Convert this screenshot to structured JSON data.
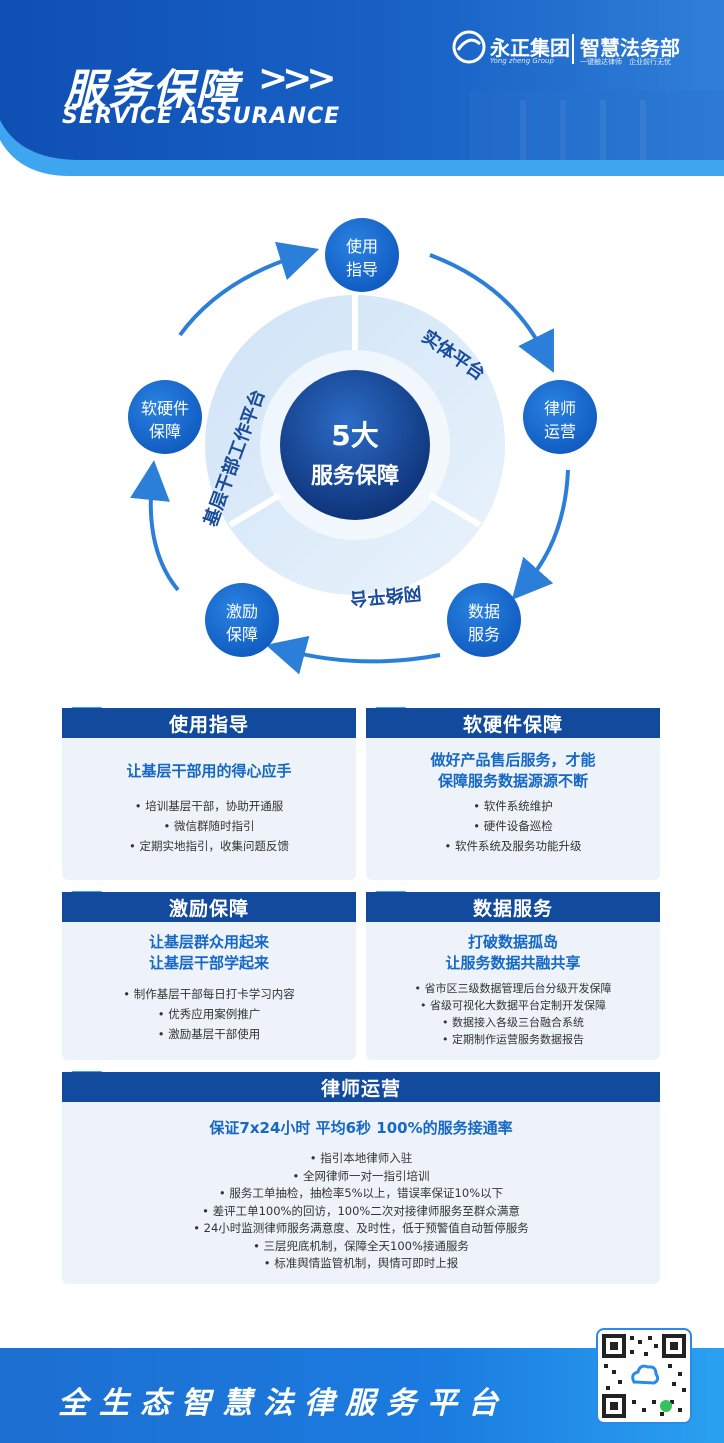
{
  "header": {
    "title_cn": "服务保障",
    "title_arrows": ">>>",
    "title_en": "SERVICE ASSURANCE",
    "brand_cn": "永正集团",
    "brand_en": "Yong zheng Group",
    "brand2_cn": "智慧法务部",
    "brand2_sub": "一键触达律师　企业前行无忧"
  },
  "diagram": {
    "center_line1": "5大",
    "center_line2": "服务保障",
    "nodes": [
      "使用指导",
      "律师运营",
      "数据服务",
      "激励保障",
      "软硬件保障"
    ],
    "node_lines": [
      [
        "使用",
        "指导"
      ],
      [
        "律师",
        "运营"
      ],
      [
        "数据",
        "服务"
      ],
      [
        "激励",
        "保障"
      ],
      [
        "软硬件",
        "保障"
      ]
    ],
    "ring_labels": [
      "实体平台",
      "网络平台",
      "基层干部工作平台"
    ]
  },
  "cards": [
    {
      "title": "使用指导",
      "subtitle": [
        "让基层干部用的得心应手"
      ],
      "items": [
        "• 培训基层干部，协助开通服",
        "• 微信群随时指引",
        "• 定期实地指引，收集问题反馈"
      ]
    },
    {
      "title": "软硬件保障",
      "subtitle": [
        "做好产品售后服务，才能",
        "保障服务数据源源不断"
      ],
      "items": [
        "• 软件系统维护",
        "• 硬件设备巡检",
        "• 软件系统及服务功能升级"
      ]
    },
    {
      "title": "激励保障",
      "subtitle": [
        "让基层群众用起来",
        "让基层干部学起来"
      ],
      "items": [
        "• 制作基层干部每日打卡学习内容",
        "• 优秀应用案例推广",
        "• 激励基层干部使用"
      ]
    },
    {
      "title": "数据服务",
      "subtitle": [
        "打破数据孤岛",
        "让服务数据共融共享"
      ],
      "items": [
        "• 省市区三级数据管理后台分级开发保障",
        "• 省级可视化大数据平台定制开发保障",
        "• 数据接入各级三台融合系统",
        "• 定期制作运营服务数据报告"
      ]
    },
    {
      "title": "律师运营",
      "subtitle": [
        "保证7x24小时 平均6秒 100%的服务接通率"
      ],
      "items": [
        "• 指引本地律师入驻",
        "• 全网律师一对一指引培训",
        "• 服务工单抽检，抽检率5%以上，错误率保证10%以下",
        "• 差评工单100%的回访，100%二次对接律师服务至群众满意",
        "• 24小时监测律师服务满意度、及时性，低于预警值自动暂停服务",
        "• 三层兜底机制，保障全天100%接通服务",
        "• 标准舆情监管机制，舆情可即时上报"
      ]
    }
  ],
  "footer": {
    "slogan": "全生态智慧法律服务平台"
  },
  "colors": {
    "primary": "#124a9e",
    "accent": "#1568c5",
    "light": "#eef3fa"
  }
}
